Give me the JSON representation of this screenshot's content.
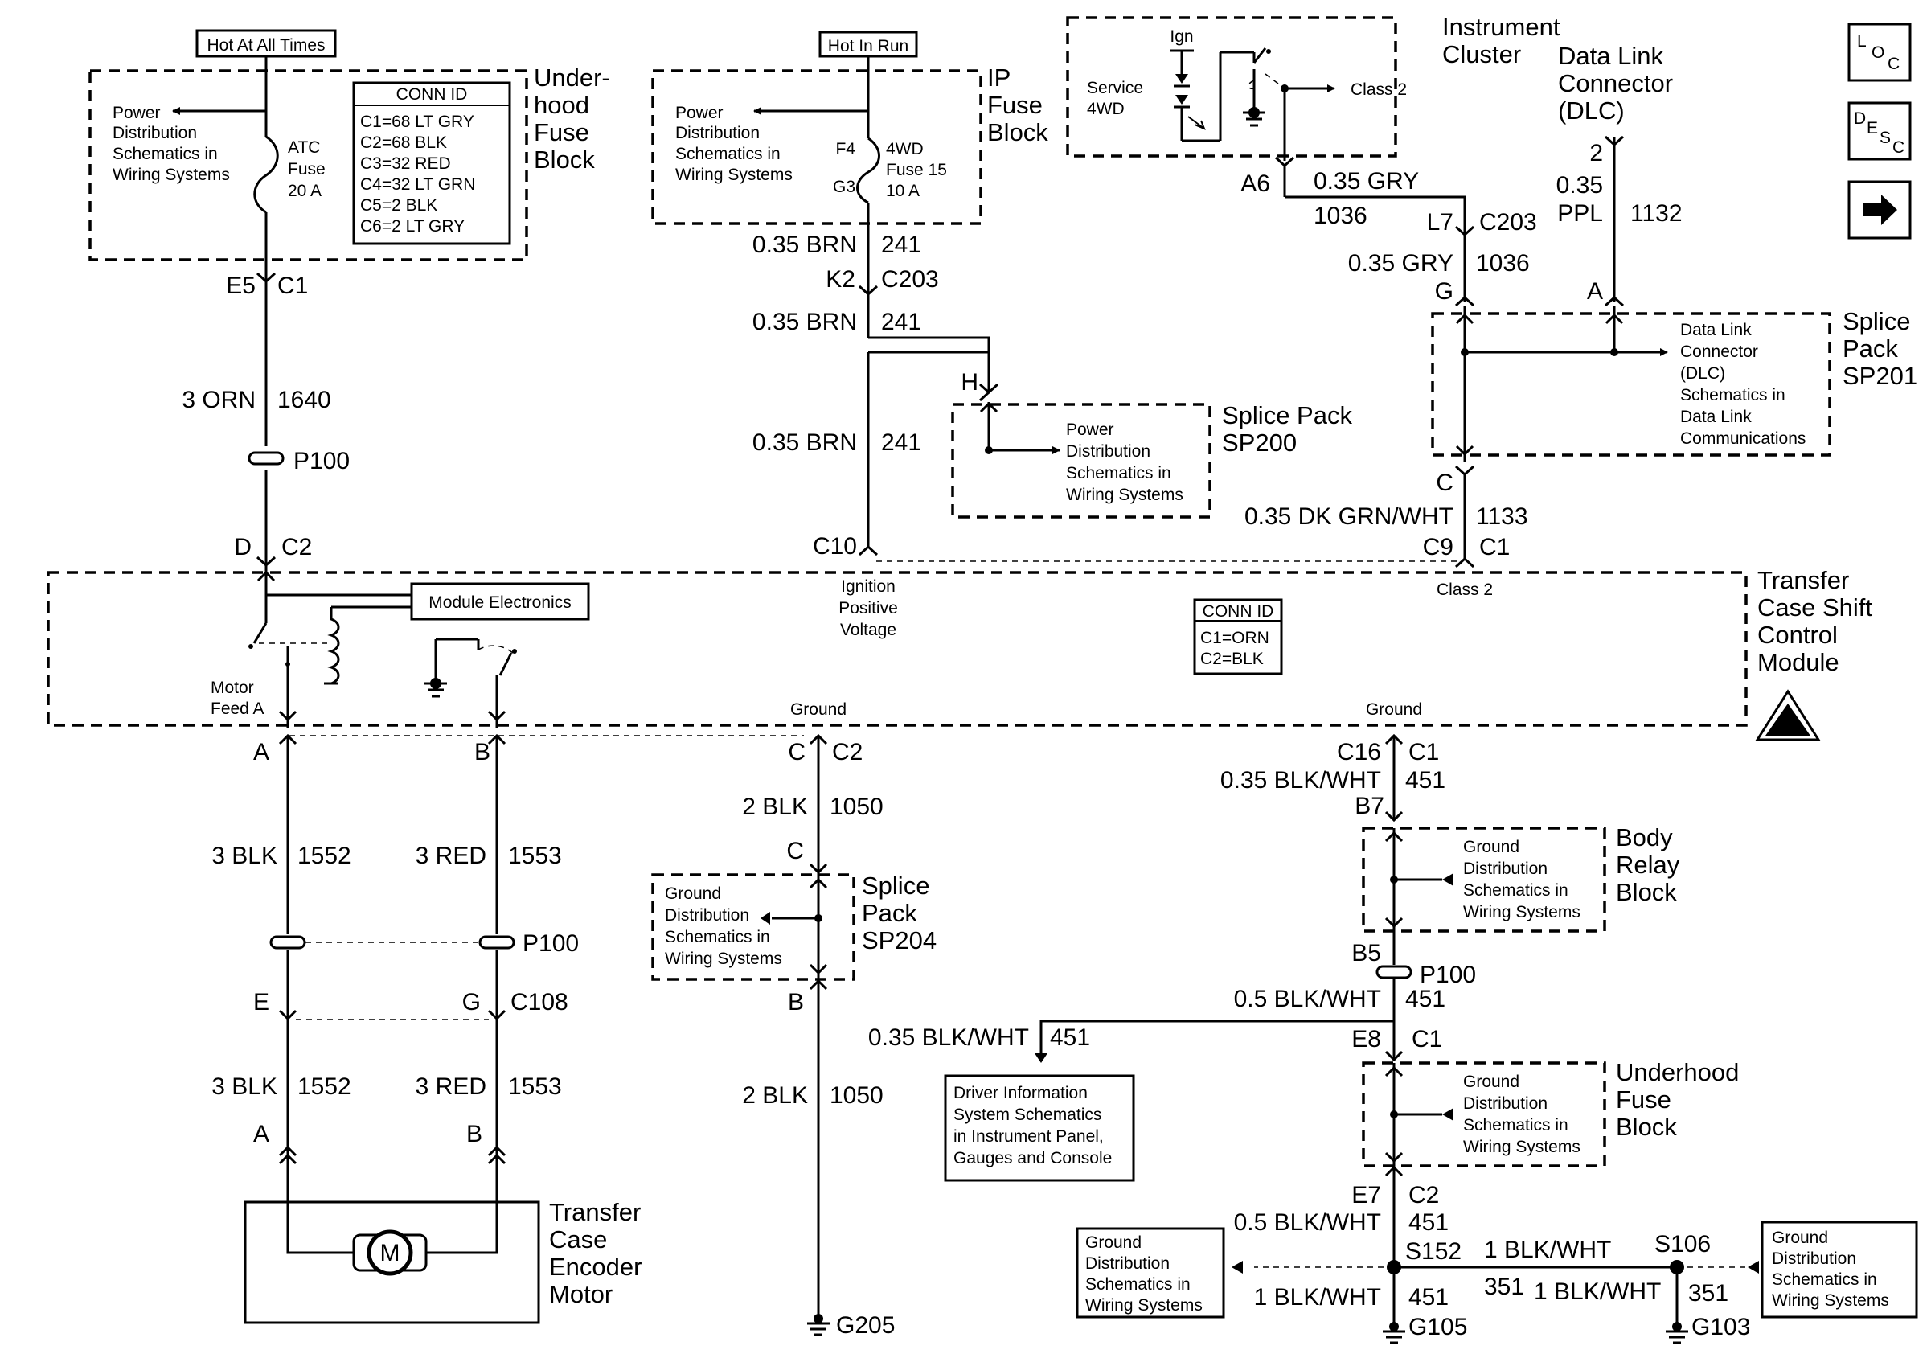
{
  "tags": {
    "hot_at_all_times": "Hot At All Times",
    "hot_in_run": "Hot In Run"
  },
  "nav": {
    "loc": [
      "L",
      "O",
      "C"
    ],
    "desc": [
      "D",
      "E",
      "S",
      "C"
    ],
    "next_icon": "arrow-right-icon"
  },
  "underhood_fuse_block": {
    "title": [
      "Under-",
      "hood",
      "Fuse",
      "Block"
    ],
    "power_ref": [
      "Power",
      "Distribution",
      "Schematics in",
      "Wiring Systems"
    ],
    "fuse": [
      "ATC",
      "Fuse",
      "20 A"
    ],
    "conn_id_title": "CONN ID",
    "conn_id": [
      "C1=68 LT GRY",
      "C2=68 BLK",
      "C3=32 RED",
      "C4=32 LT GRN",
      "C5=2 BLK",
      "C6=2 LT GRY"
    ]
  },
  "ip_fuse_block": {
    "title": [
      "IP",
      "Fuse",
      "Block"
    ],
    "power_ref": [
      "Power",
      "Distribution",
      "Schematics in",
      "Wiring Systems"
    ],
    "pins": [
      "F4",
      "G3"
    ],
    "fuse": [
      "4WD",
      "Fuse 15",
      "10 A"
    ]
  },
  "instrument_cluster": {
    "title": [
      "Instrument",
      "Cluster"
    ],
    "ign": "Ign",
    "service_4wd": [
      "Service",
      "4WD"
    ],
    "class2": "Class 2"
  },
  "dlc": {
    "title": [
      "Data Link",
      "Connector",
      "(DLC)"
    ],
    "pin": "2",
    "size": "0.35",
    "color": "PPL",
    "circuit": "1132",
    "splice_pin": "A"
  },
  "sp201": {
    "title": [
      "Splice",
      "Pack",
      "SP201"
    ],
    "ref": [
      "Data Link",
      "Connector",
      "(DLC)",
      "Schematics in",
      "Data Link",
      "Communications"
    ]
  },
  "sp200": {
    "title": [
      "Splice Pack",
      "SP200"
    ],
    "ref": [
      "Power",
      "Distribution",
      "Schematics in",
      "Wiring Systems"
    ],
    "pin": "H"
  },
  "wires_top": {
    "e5": "E5",
    "c1": "C1",
    "orn": "3 ORN",
    "orn_circuit": "1640",
    "p100": "P100",
    "d": "D",
    "c2": "C2",
    "brn": "0.35 BRN",
    "brn_circuit": "241",
    "k2": "K2",
    "c203": "C203",
    "c10": "C10",
    "a6": "A6",
    "gry": "0.35 GRY",
    "gry_circuit": "1036",
    "l7": "L7",
    "g": "G",
    "c": "C",
    "dkgrn": "0.35 DK GRN/WHT",
    "dkgrn_circuit": "1133",
    "c9": "C9"
  },
  "module": {
    "title": [
      "Transfer",
      "Case Shift",
      "Control",
      "Module"
    ],
    "electronics": "Module Electronics",
    "motor_feed": [
      "Motor",
      "Feed A"
    ],
    "ign_voltage": [
      "Ignition",
      "Positive",
      "Voltage"
    ],
    "class2": "Class 2",
    "conn_id_title": "CONN ID",
    "conn_id": [
      "C1=ORN",
      "C2=BLK"
    ],
    "ground": "Ground",
    "esd_icon": "esd-sensitive-icon"
  },
  "motor_circuit": {
    "pin_a": "A",
    "pin_b": "B",
    "blk": "3 BLK",
    "blk_circuit": "1552",
    "red": "3 RED",
    "red_circuit": "1553",
    "p100": "P100",
    "e": "E",
    "g": "G",
    "c108": "C108",
    "motor_title": [
      "Transfer",
      "Case",
      "Encoder",
      "Motor"
    ],
    "motor_symbol": "M"
  },
  "ground_center": {
    "c": "C",
    "c2": "C2",
    "blk": "2 BLK",
    "circuit": "1050",
    "sp204": [
      "Splice",
      "Pack",
      "SP204"
    ],
    "ref": [
      "Ground",
      "Distribution",
      "Schematics in",
      "Wiring Systems"
    ],
    "b": "B",
    "g205": "G205"
  },
  "ground_right": {
    "c16": "C16",
    "c1": "C1",
    "blkwht": "0.35 BLK/WHT",
    "circuit": "451",
    "b7": "B7",
    "body_relay": [
      "Body",
      "Relay",
      "Block"
    ],
    "ref": [
      "Ground",
      "Distribution",
      "Schematics in",
      "Wiring Systems"
    ],
    "b5": "B5",
    "p100": "P100",
    "blkwht05": "0.5 BLK/WHT",
    "e8": "E8",
    "dis_wire": "0.35 BLK/WHT",
    "dis_ref": [
      "Driver Information",
      "System Schematics",
      "in Instrument Panel,",
      "Gauges and Console"
    ],
    "underhood": [
      "Underhood",
      "Fuse",
      "Block"
    ],
    "e7": "E7",
    "c2": "C2",
    "s152": "S152",
    "blkwht1": "1 BLK/WHT",
    "circuit351": "351",
    "s106": "S106",
    "g105": "G105",
    "g103": "G103",
    "gnd_ref_left": [
      "Ground",
      "Distribution",
      "Schematics in",
      "Wiring Systems"
    ],
    "gnd_ref_right": [
      "Ground",
      "Distribution",
      "Schematics in",
      "Wiring Systems"
    ]
  }
}
